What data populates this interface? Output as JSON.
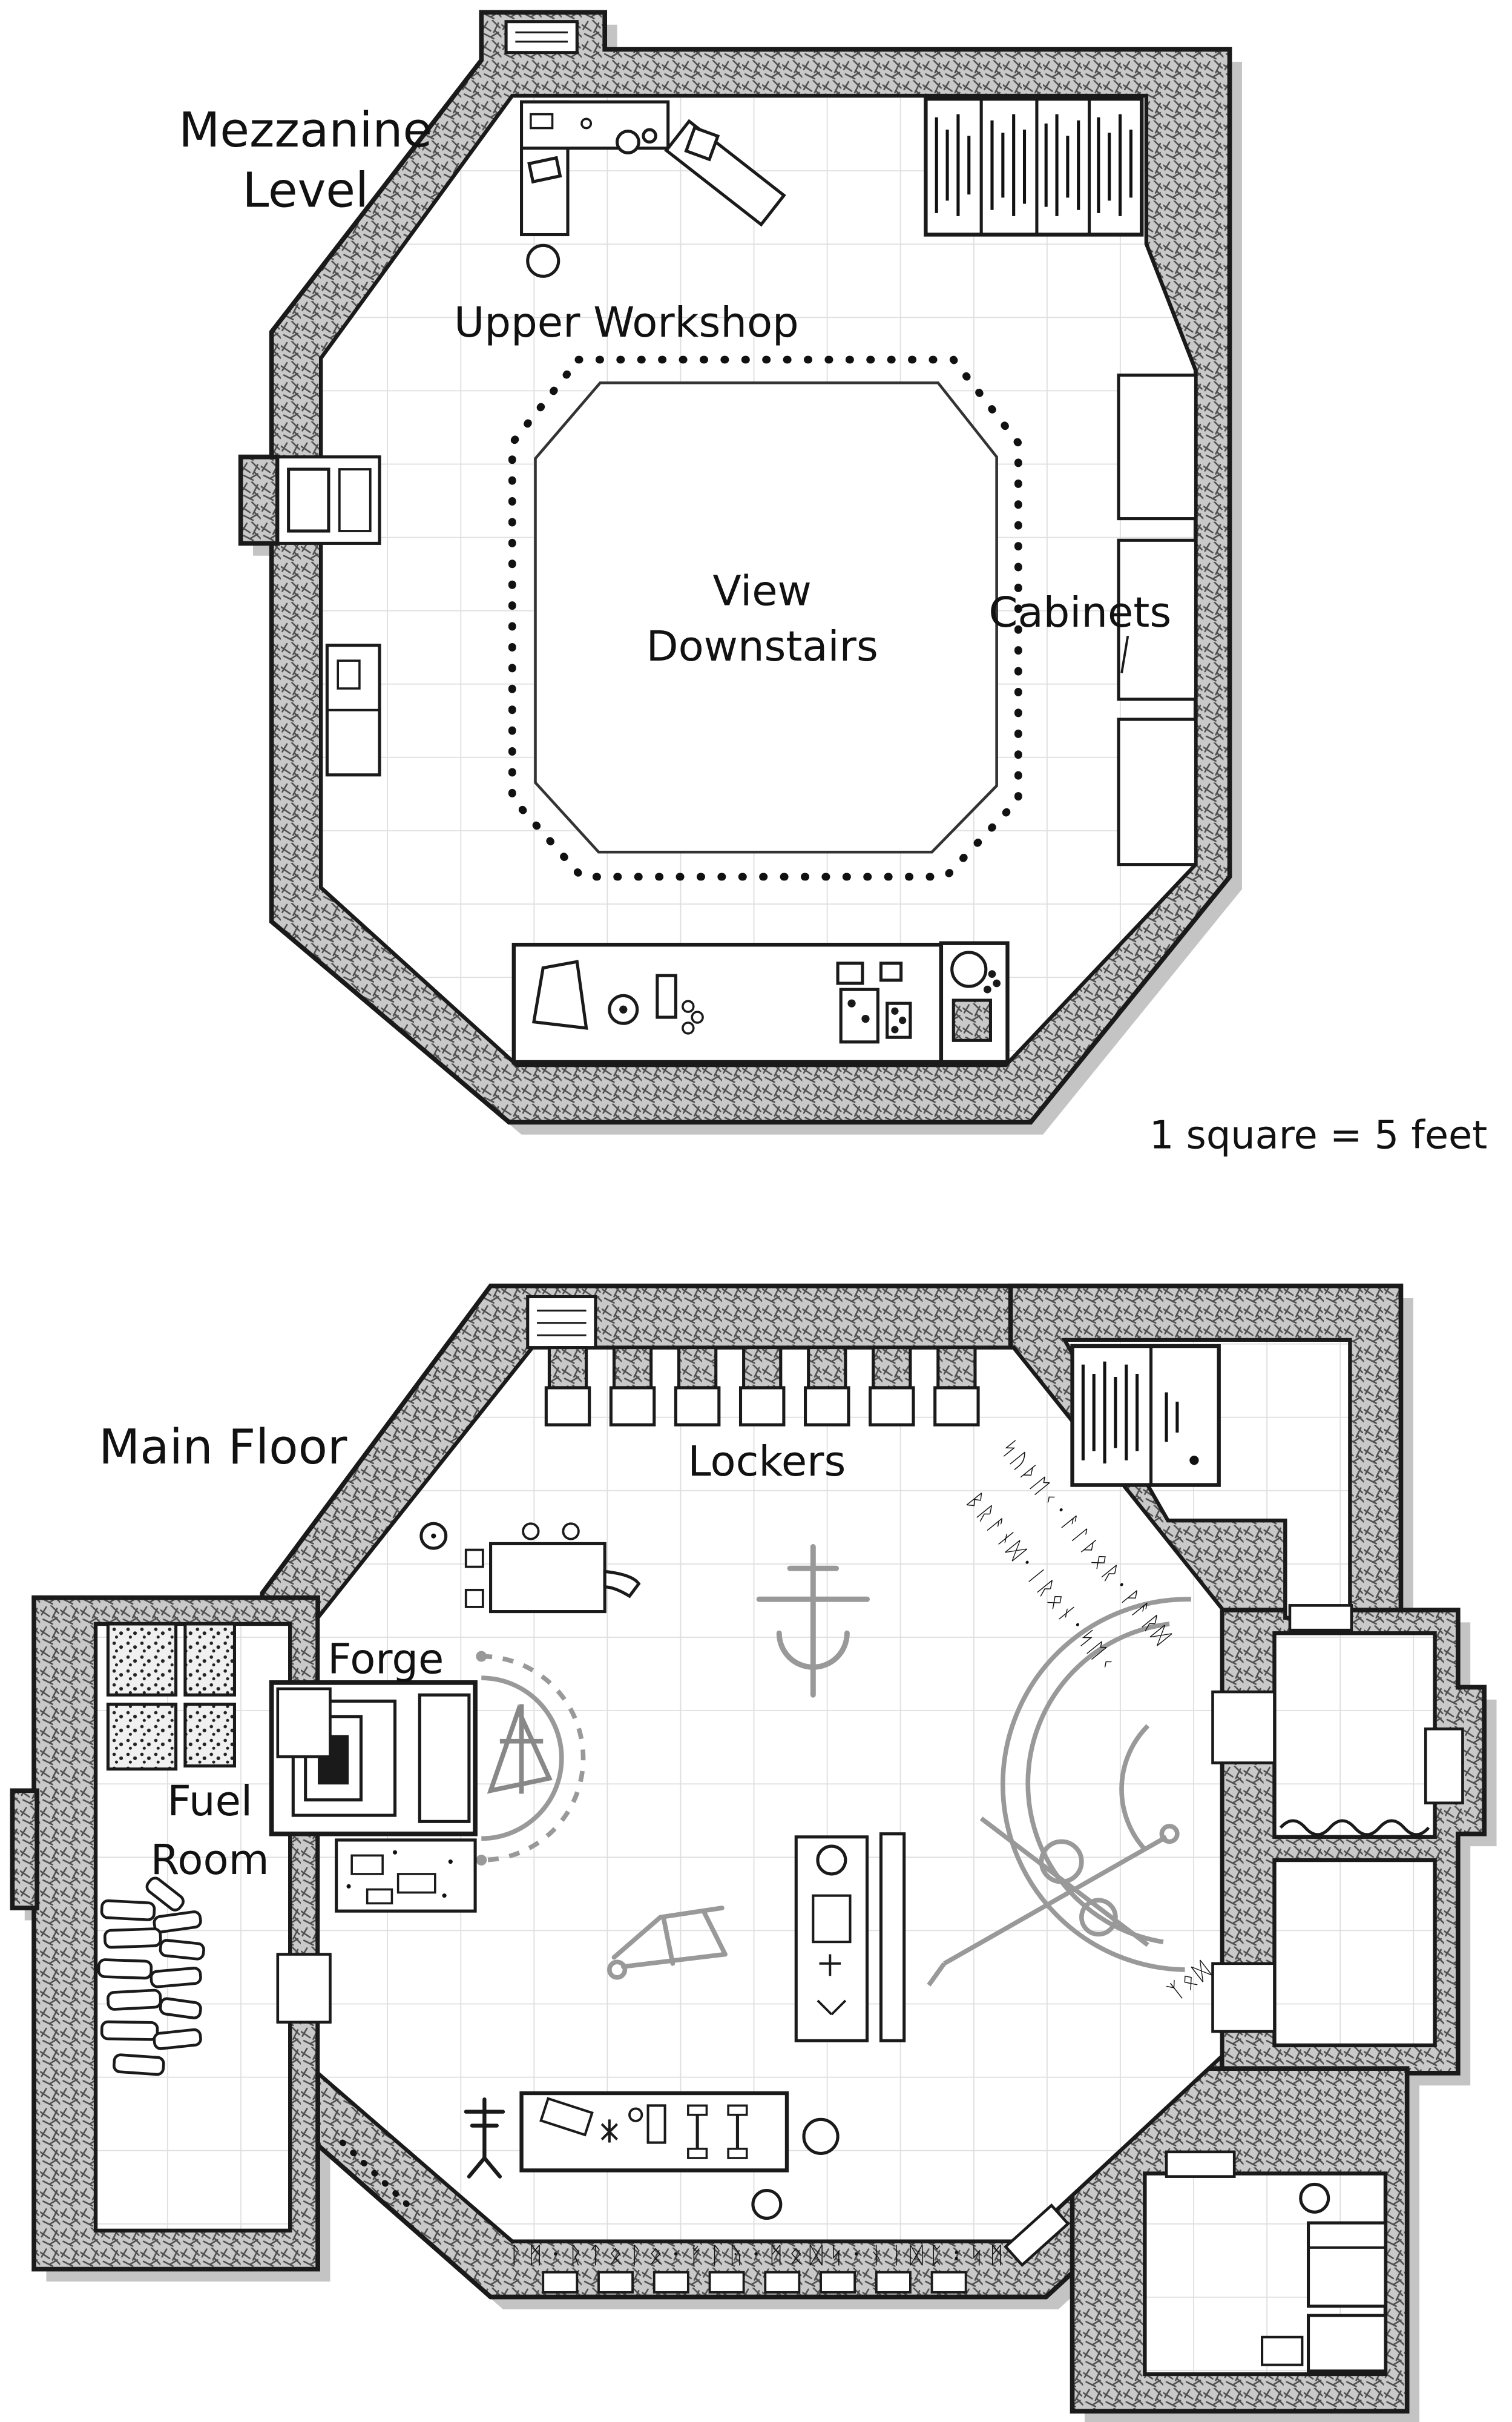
{
  "legend": {
    "scale_note": "1 square = 5 feet"
  },
  "mezzanine": {
    "title_line1": "Mezzanine",
    "title_line2": "Level",
    "labels": {
      "upper_workshop": "Upper Workshop",
      "view_downstairs_line1": "View",
      "view_downstairs_line2": "Downstairs",
      "cabinets": "Cabinets"
    }
  },
  "main_floor": {
    "title": "Main Floor",
    "labels": {
      "lockers": "Lockers",
      "forge": "Forge",
      "fuel_room_line1": "Fuel",
      "fuel_room_line2": "Room"
    },
    "inscriptions": {
      "diagonal_runes_line1": "ᛋᚢᚦᛖᚲ᛫ᚨᛚᚦᛟᚱ᛫ᚹᚨᚱᛞ",
      "diagonal_runes_line2": "ᛒᚱᚨᚾᛞ᛫ᛁᚱᛟᚾ᛫ᛋᛖᚲ",
      "floor_runes": "ᛚᛗ᛫ᚱᛏᛟᛚᛟ᛫ᚠᛚᚤ᛫ᛗᛟᛞᛋ᛫ᚾᛁᛞᛈ᛬ᛋᛗ",
      "circle_runes": "ᛉᛟᛞ"
    }
  },
  "colors": {
    "wall_fill": "#c9c9c9",
    "wall_line": "#1a1a1a",
    "grid_line": "#dedede",
    "glyph_gray": "#999999",
    "shadow": "#c4c4c4",
    "text": "#111111"
  },
  "meta": {
    "map_type": "dungeon floor plan, two levels"
  }
}
